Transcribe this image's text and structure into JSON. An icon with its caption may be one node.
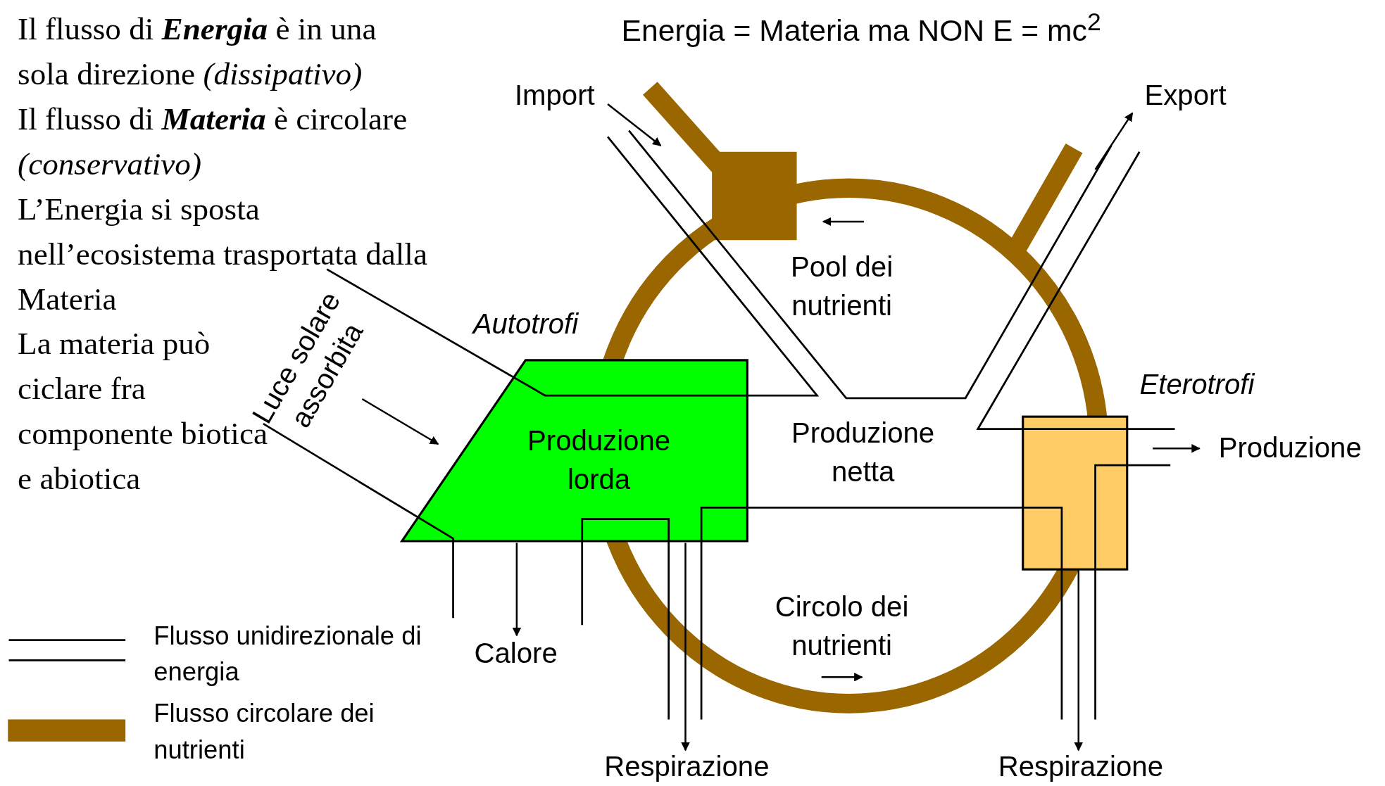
{
  "diagram": {
    "title": "Energia = Materia ma NON E = mc$^{2}$",
    "nodes": [
      {
        "text": [
          "Autotrofi",
          "Produzione lorda"
        ]
      },
      {
        "text": [
          "Eterotrofi"
        ]
      },
      {
        "text": [
          "Luce solare assorbita"
        ]
      },
      {
        "text": [
          "Import"
        ]
      },
      {
        "text": [
          "Export"
        ]
      },
      {
        "text": [
          "Calore"
        ]
      },
      {
        "text": [
          "Respirazione"
        ]
      },
      {
        "text": [
          "Respirazione"
        ]
      },
      {
        "text": [
          "Produzione"
        ]
      }
    ],
    "edges": [
      {
        "from": 2,
        "to": 0,
        "arrow": "to"
      },
      {
        "from": 3,
        "to": null,
        "arrow": "to"
      },
      {
        "from": null,
        "to": 4,
        "arrow": "to"
      },
      {
        "from": 0,
        "to": 5,
        "arrow": "to"
      },
      {
        "from": 0,
        "to": 6,
        "arrow": "to"
      },
      {
        "from": 1,
        "to": 7,
        "arrow": "to"
      },
      {
        "from": 1,
        "to": 8,
        "arrow": "to"
      }
    ],
    "labels": [
      "Il flusso di **Energia** è in una sola direzione *(dissipativo)*",
      "Il flusso di **Materia** è circolare *(conservativo)*",
      "L’Energia si sposta nell’ecosistema trasportata dalla Materia",
      "La materia può ciclare fra componente biotica e abiotica",
      "Pool dei nutrienti",
      "Produzione netta",
      "Circolo dei nutrienti"
    ],
    "legend": [
      {
        "text": "Flusso unidirezionale di energia"
      },
      {
        "text": "Flusso circolare dei nutrienti",
        "color": "#996600"
      }
    ]
  }
}
